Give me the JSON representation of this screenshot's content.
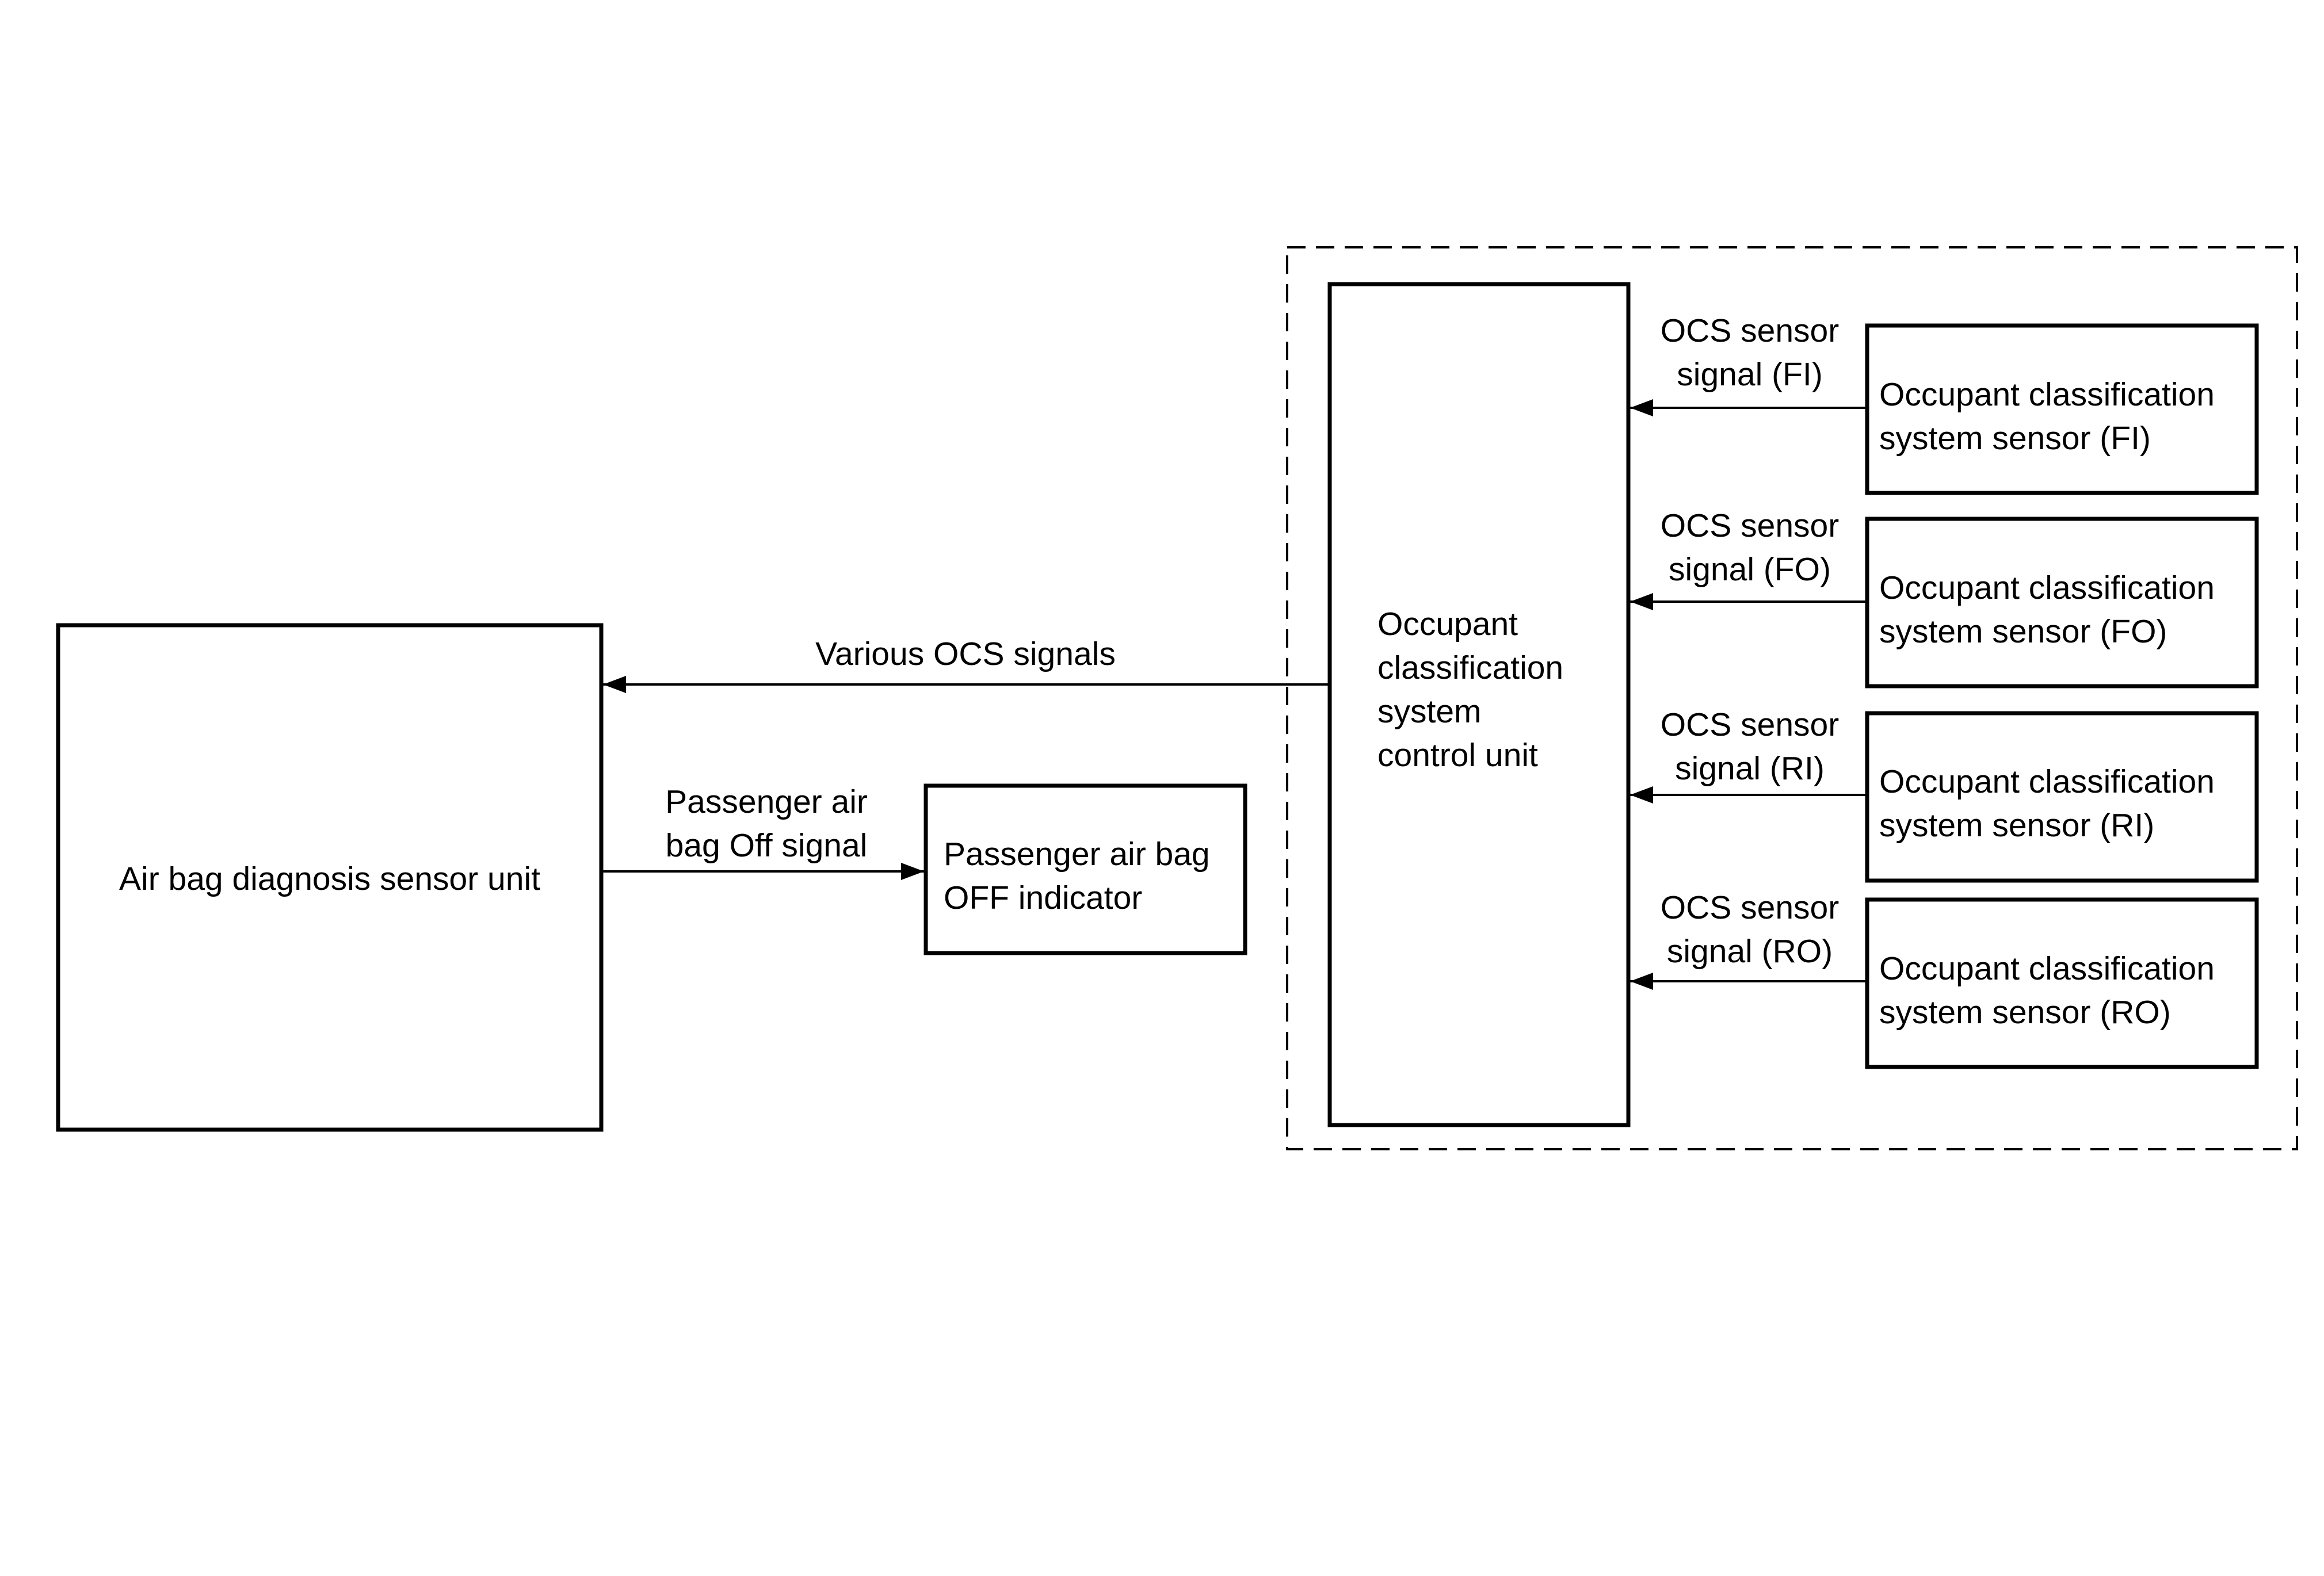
{
  "diagram": {
    "boxes": {
      "air_bag_unit": "Air bag diagnosis sensor unit",
      "indicator": [
        "Passenger air bag",
        "OFF indicator"
      ],
      "control_unit": [
        "Occupant",
        "classification",
        "system",
        "control unit"
      ],
      "sensor_fi": [
        "Occupant classification",
        "system sensor (FI)"
      ],
      "sensor_fo": [
        "Occupant classification",
        "system sensor (FO)"
      ],
      "sensor_ri": [
        "Occupant classification",
        "system sensor (RI)"
      ],
      "sensor_ro": [
        "Occupant classification",
        "system sensor (RO)"
      ]
    },
    "signals": {
      "various_ocs": "Various OCS signals",
      "passenger_off": [
        "Passenger air",
        "bag Off signal"
      ],
      "fi": [
        "OCS sensor",
        "signal (FI)"
      ],
      "fo": [
        "OCS sensor",
        "signal (FO)"
      ],
      "ri": [
        "OCS sensor",
        "signal (RI)"
      ],
      "ro": [
        "OCS sensor",
        "signal (RO)"
      ]
    }
  }
}
